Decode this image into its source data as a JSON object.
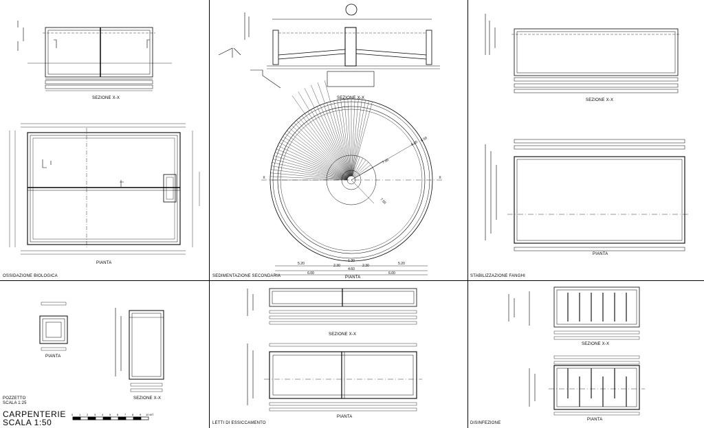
{
  "sheet": {
    "title": "CARPENTERIE",
    "scale": "SCALA 1:50",
    "scale_bar": {
      "ticks": [
        "0",
        "1",
        "2",
        "3",
        "4",
        "5",
        "6",
        "7",
        "8",
        "9",
        "10 MT"
      ]
    }
  },
  "panels": {
    "ossidazione": {
      "name": "OSSIDAZIONE BIOLOGICA",
      "section_label": "SEZIONE X-X",
      "plan_label": "PIANTA"
    },
    "sedimentazione": {
      "name": "SEDIMENTAZIONE SECONDARIA",
      "section_label": "SEZIONE X-X",
      "plan_label": "PIANTA",
      "dims": [
        "5.20",
        "2.30",
        "1.30",
        "2.30",
        "5.20",
        "4.60",
        "6.00",
        "6.00"
      ],
      "radial_dims": [
        "6.50",
        "7.50",
        "7.50",
        "5.20"
      ],
      "section_marks": [
        "X",
        "X"
      ]
    },
    "stabilizzazione": {
      "name": "STABILIZZAZIONE FANGHI",
      "section_label": "SEZIONE X-X",
      "plan_label": "PIANTA"
    },
    "pozzetto": {
      "name": "POZZETTO",
      "scale": "SCALA 1:25",
      "plan_label": "PIANTA",
      "section_label": "SEZIONE X-X"
    },
    "letti": {
      "name": "LETTI DI ESSICCAMENTO",
      "section_label": "SEZIONE X-X",
      "plan_label": "PIANTA"
    },
    "disinfezione": {
      "name": "DISINFEZIONE",
      "section_label": "SEZIONE X-X",
      "plan_label": "PIANTA"
    }
  }
}
